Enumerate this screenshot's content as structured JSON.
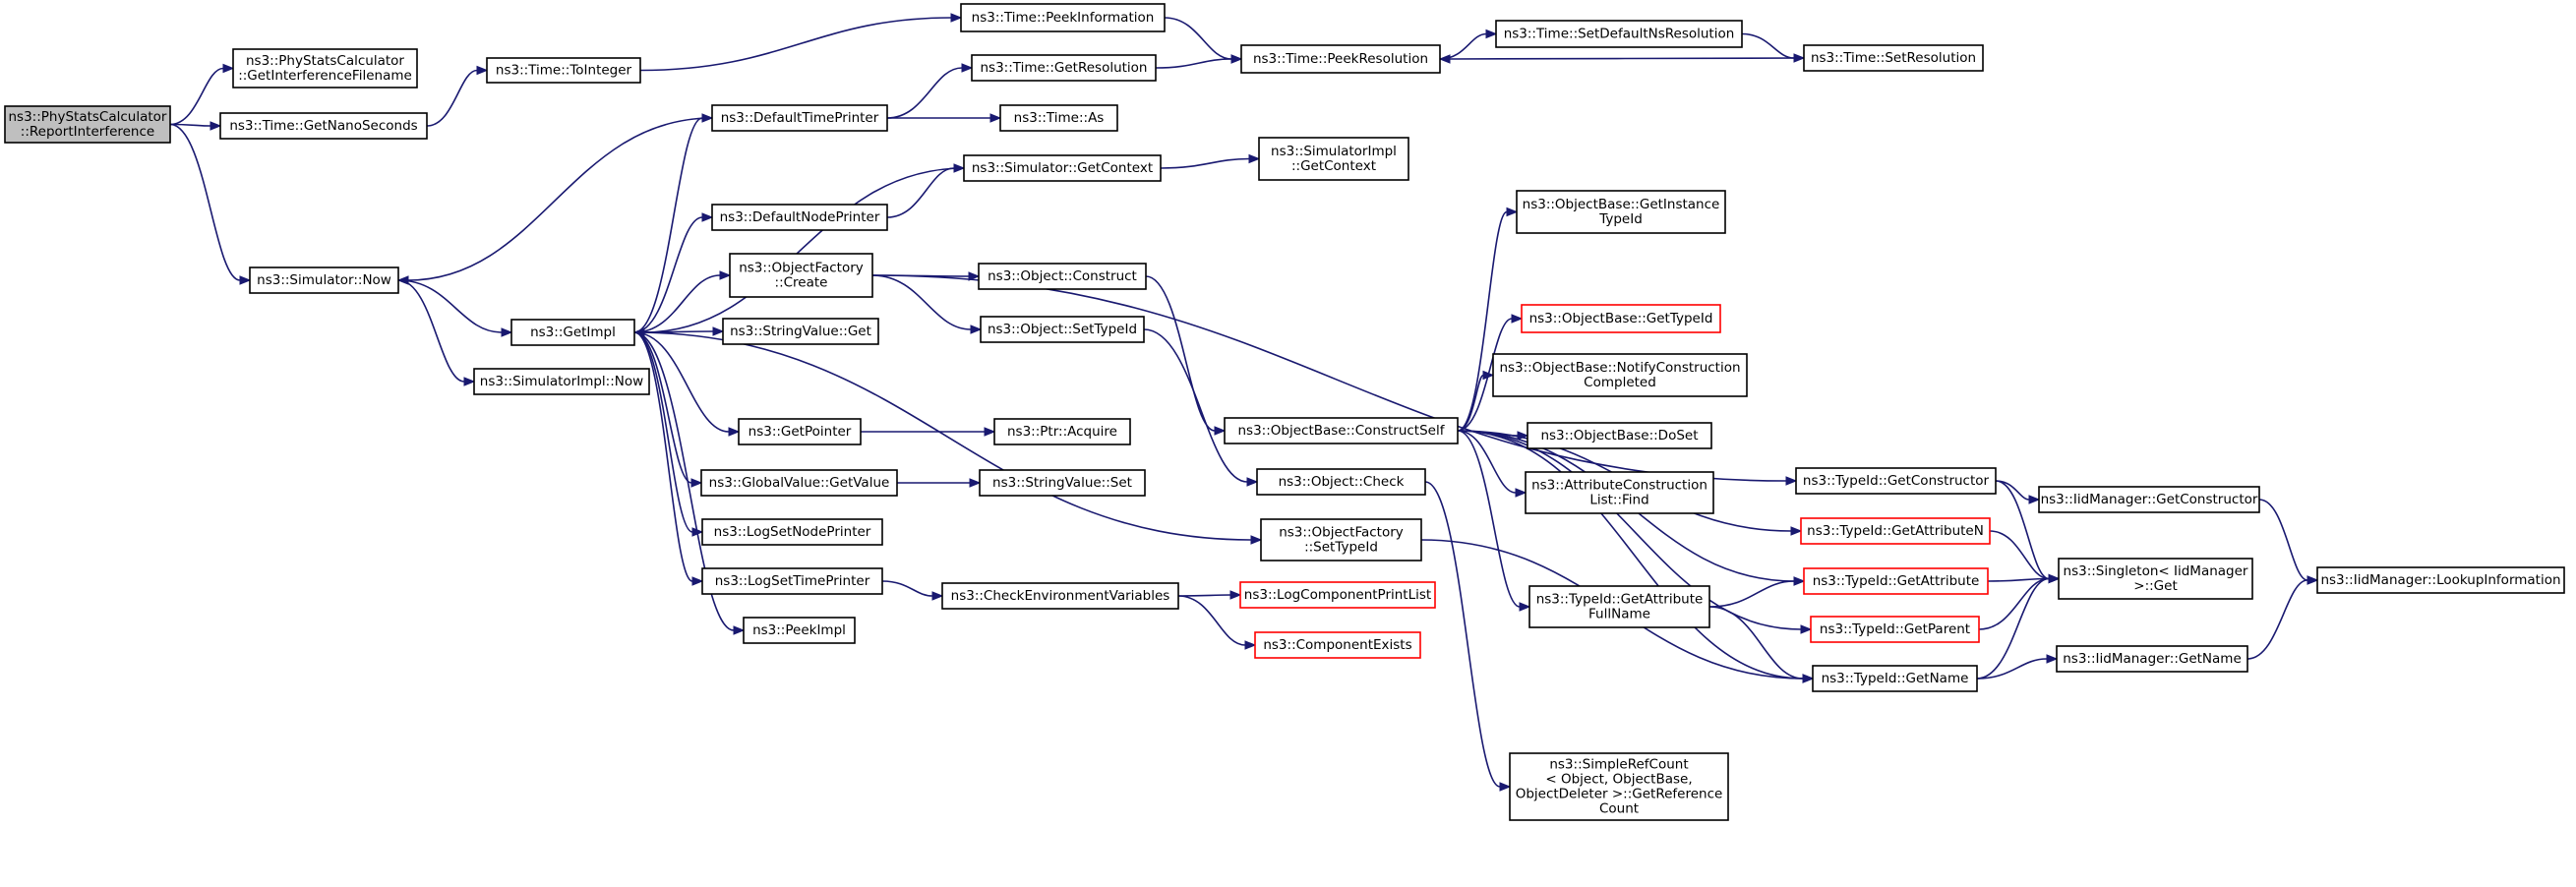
{
  "colors": {
    "edge": "#191970",
    "node_border": "#000000",
    "node_border_incomplete": "#ff0000",
    "root_fill": "#bfbfbf",
    "node_fill": "#ffffff"
  },
  "nodes": [
    {
      "id": "root",
      "lines": [
        "ns3::PhyStatsCalculator",
        "::ReportInterference"
      ],
      "root": true
    },
    {
      "id": "getIfName",
      "lines": [
        "ns3::PhyStatsCalculator",
        "::GetInterferenceFilename"
      ]
    },
    {
      "id": "getNano",
      "lines": [
        "ns3::Time::GetNanoSeconds"
      ]
    },
    {
      "id": "toInteger",
      "lines": [
        "ns3::Time::ToInteger"
      ]
    },
    {
      "id": "peekInfo",
      "lines": [
        "ns3::Time::PeekInformation"
      ]
    },
    {
      "id": "peekRes",
      "lines": [
        "ns3::Time::PeekResolution"
      ]
    },
    {
      "id": "setDefNs",
      "lines": [
        "ns3::Time::SetDefaultNsResolution"
      ]
    },
    {
      "id": "setRes",
      "lines": [
        "ns3::Time::SetResolution"
      ]
    },
    {
      "id": "getRes",
      "lines": [
        "ns3::Time::GetResolution"
      ]
    },
    {
      "id": "timeAs",
      "lines": [
        "ns3::Time::As"
      ]
    },
    {
      "id": "defTimePrinter",
      "lines": [
        "ns3::DefaultTimePrinter"
      ]
    },
    {
      "id": "simGetContext",
      "lines": [
        "ns3::Simulator::GetContext"
      ]
    },
    {
      "id": "simImplGetContext",
      "lines": [
        "ns3::SimulatorImpl",
        "::GetContext"
      ]
    },
    {
      "id": "defNodePrinter",
      "lines": [
        "ns3::DefaultNodePrinter"
      ]
    },
    {
      "id": "simNow",
      "lines": [
        "ns3::Simulator::Now"
      ]
    },
    {
      "id": "getImpl",
      "lines": [
        "ns3::GetImpl"
      ]
    },
    {
      "id": "simImplNow",
      "lines": [
        "ns3::SimulatorImpl::Now"
      ]
    },
    {
      "id": "objFactCreate",
      "lines": [
        "ns3::ObjectFactory",
        "::Create"
      ]
    },
    {
      "id": "strValGet",
      "lines": [
        "ns3::StringValue::Get"
      ]
    },
    {
      "id": "objConstruct",
      "lines": [
        "ns3::Object::Construct"
      ]
    },
    {
      "id": "objSetTypeId",
      "lines": [
        "ns3::Object::SetTypeId"
      ]
    },
    {
      "id": "getPointer",
      "lines": [
        "ns3::GetPointer"
      ]
    },
    {
      "id": "ptrAcquire",
      "lines": [
        "ns3::Ptr::Acquire"
      ]
    },
    {
      "id": "gvGetValue",
      "lines": [
        "ns3::GlobalValue::GetValue"
      ]
    },
    {
      "id": "strValSet",
      "lines": [
        "ns3::StringValue::Set"
      ]
    },
    {
      "id": "logSetNodePrinter",
      "lines": [
        "ns3::LogSetNodePrinter"
      ]
    },
    {
      "id": "logSetTimePrinter",
      "lines": [
        "ns3::LogSetTimePrinter"
      ]
    },
    {
      "id": "checkEnv",
      "lines": [
        "ns3::CheckEnvironmentVariables"
      ]
    },
    {
      "id": "logCompPrintList",
      "lines": [
        "ns3::LogComponentPrintList"
      ],
      "incomplete": true
    },
    {
      "id": "compExists",
      "lines": [
        "ns3::ComponentExists"
      ],
      "incomplete": true
    },
    {
      "id": "peekImpl",
      "lines": [
        "ns3::PeekImpl"
      ]
    },
    {
      "id": "obConstructSelf",
      "lines": [
        "ns3::ObjectBase::ConstructSelf"
      ]
    },
    {
      "id": "objCheck",
      "lines": [
        "ns3::Object::Check"
      ]
    },
    {
      "id": "objFactSetTypeId",
      "lines": [
        "ns3::ObjectFactory",
        "::SetTypeId"
      ]
    },
    {
      "id": "obGetInstTid",
      "lines": [
        "ns3::ObjectBase::GetInstance",
        "TypeId"
      ]
    },
    {
      "id": "obGetTypeId",
      "lines": [
        "ns3::ObjectBase::GetTypeId"
      ],
      "incomplete": true
    },
    {
      "id": "obNotify",
      "lines": [
        "ns3::ObjectBase::NotifyConstruction",
        "Completed"
      ]
    },
    {
      "id": "obDoSet",
      "lines": [
        "ns3::ObjectBase::DoSet"
      ]
    },
    {
      "id": "attrFind",
      "lines": [
        "ns3::AttributeConstruction",
        "List::Find"
      ]
    },
    {
      "id": "tidGetAttrFull",
      "lines": [
        "ns3::TypeId::GetAttribute",
        "FullName"
      ]
    },
    {
      "id": "srcGetRefCount",
      "lines": [
        "ns3::SimpleRefCount",
        "< Object, ObjectBase,",
        "ObjectDeleter >::GetReference",
        "Count"
      ]
    },
    {
      "id": "tidGetCtor",
      "lines": [
        "ns3::TypeId::GetConstructor"
      ]
    },
    {
      "id": "tidGetAttrN",
      "lines": [
        "ns3::TypeId::GetAttributeN"
      ],
      "incomplete": true
    },
    {
      "id": "tidGetAttr",
      "lines": [
        "ns3::TypeId::GetAttribute"
      ],
      "incomplete": true
    },
    {
      "id": "tidGetParent",
      "lines": [
        "ns3::TypeId::GetParent"
      ],
      "incomplete": true
    },
    {
      "id": "tidGetName",
      "lines": [
        "ns3::TypeId::GetName"
      ]
    },
    {
      "id": "iidGetCtor",
      "lines": [
        "ns3::IidManager::GetConstructor"
      ]
    },
    {
      "id": "singletonGet",
      "lines": [
        "ns3::Singleton< IidManager",
        " >::Get"
      ]
    },
    {
      "id": "iidGetName",
      "lines": [
        "ns3::IidManager::GetName"
      ]
    },
    {
      "id": "iidLookup",
      "lines": [
        "ns3::IidManager::LookupInformation"
      ]
    }
  ],
  "edges": [
    [
      "root",
      "getIfName"
    ],
    [
      "root",
      "getNano"
    ],
    [
      "root",
      "simNow"
    ],
    [
      "getNano",
      "toInteger"
    ],
    [
      "toInteger",
      "peekInfo"
    ],
    [
      "peekInfo",
      "peekRes"
    ],
    [
      "getRes",
      "peekRes"
    ],
    [
      "peekRes",
      "setDefNs"
    ],
    [
      "setDefNs",
      "setRes"
    ],
    [
      "setRes",
      "peekRes"
    ],
    [
      "defTimePrinter",
      "getRes"
    ],
    [
      "defTimePrinter",
      "timeAs"
    ],
    [
      "defTimePrinter",
      "simNow"
    ],
    [
      "simGetContext",
      "simImplGetContext"
    ],
    [
      "simGetContext",
      "getImpl"
    ],
    [
      "defNodePrinter",
      "simGetContext"
    ],
    [
      "simNow",
      "getImpl"
    ],
    [
      "simNow",
      "simImplNow"
    ],
    [
      "getImpl",
      "defTimePrinter"
    ],
    [
      "getImpl",
      "defNodePrinter"
    ],
    [
      "getImpl",
      "objFactCreate"
    ],
    [
      "getImpl",
      "strValGet"
    ],
    [
      "getImpl",
      "getPointer"
    ],
    [
      "getImpl",
      "gvGetValue"
    ],
    [
      "getImpl",
      "logSetNodePrinter"
    ],
    [
      "getImpl",
      "logSetTimePrinter"
    ],
    [
      "getImpl",
      "peekImpl"
    ],
    [
      "getImpl",
      "objFactSetTypeId"
    ],
    [
      "objFactCreate",
      "objConstruct"
    ],
    [
      "objFactCreate",
      "objSetTypeId"
    ],
    [
      "objFactCreate",
      "tidGetCtor"
    ],
    [
      "objConstruct",
      "obConstructSelf"
    ],
    [
      "objSetTypeId",
      "objCheck"
    ],
    [
      "getPointer",
      "ptrAcquire"
    ],
    [
      "gvGetValue",
      "strValSet"
    ],
    [
      "logSetTimePrinter",
      "checkEnv"
    ],
    [
      "checkEnv",
      "logCompPrintList"
    ],
    [
      "checkEnv",
      "compExists"
    ],
    [
      "obConstructSelf",
      "obGetInstTid"
    ],
    [
      "obConstructSelf",
      "obGetTypeId"
    ],
    [
      "obConstructSelf",
      "obNotify"
    ],
    [
      "obConstructSelf",
      "obDoSet"
    ],
    [
      "obConstructSelf",
      "attrFind"
    ],
    [
      "obConstructSelf",
      "tidGetAttrFull"
    ],
    [
      "obConstructSelf",
      "tidGetAttrN"
    ],
    [
      "obConstructSelf",
      "tidGetAttr"
    ],
    [
      "obConstructSelf",
      "tidGetName"
    ],
    [
      "obConstructSelf",
      "tidGetParent"
    ],
    [
      "objCheck",
      "srcGetRefCount"
    ],
    [
      "objFactSetTypeId",
      "tidGetName"
    ],
    [
      "tidGetAttrFull",
      "tidGetAttr"
    ],
    [
      "tidGetAttrFull",
      "tidGetName"
    ],
    [
      "tidGetCtor",
      "iidGetCtor"
    ],
    [
      "tidGetCtor",
      "singletonGet"
    ],
    [
      "tidGetAttrN",
      "singletonGet"
    ],
    [
      "tidGetAttr",
      "singletonGet"
    ],
    [
      "tidGetParent",
      "singletonGet"
    ],
    [
      "tidGetName",
      "singletonGet"
    ],
    [
      "tidGetName",
      "iidGetName"
    ],
    [
      "iidGetCtor",
      "iidLookup"
    ],
    [
      "iidGetName",
      "iidLookup"
    ]
  ]
}
